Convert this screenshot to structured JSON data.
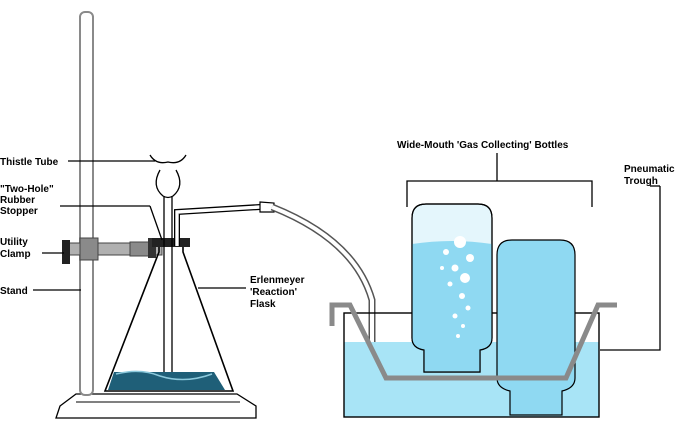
{
  "labels": {
    "thistle_tube": "Thistle Tube",
    "stopper_line1": "\"Two-Hole\"",
    "stopper_line2": "Rubber",
    "stopper_line3": "Stopper",
    "clamp_line1": "Utility",
    "clamp_line2": "Clamp",
    "stand": "Stand",
    "flask_line1": "Erlenmeyer",
    "flask_line2": "'Reaction'",
    "flask_line3": "Flask",
    "bottles": "Wide-Mouth 'Gas Collecting' Bottles",
    "trough_line1": "Pneumatic",
    "trough_line2": "Trough"
  },
  "colors": {
    "water": "#a8e4f6",
    "water_dark": "#1f5f78",
    "bottle_water": "#8fd9f2",
    "bottle_air": "#e4f6fc",
    "trough_rim": "#8a8a8a",
    "stand_metal": "#b0b0b0",
    "stopper": "#222222",
    "bubble": "#ffffff"
  }
}
